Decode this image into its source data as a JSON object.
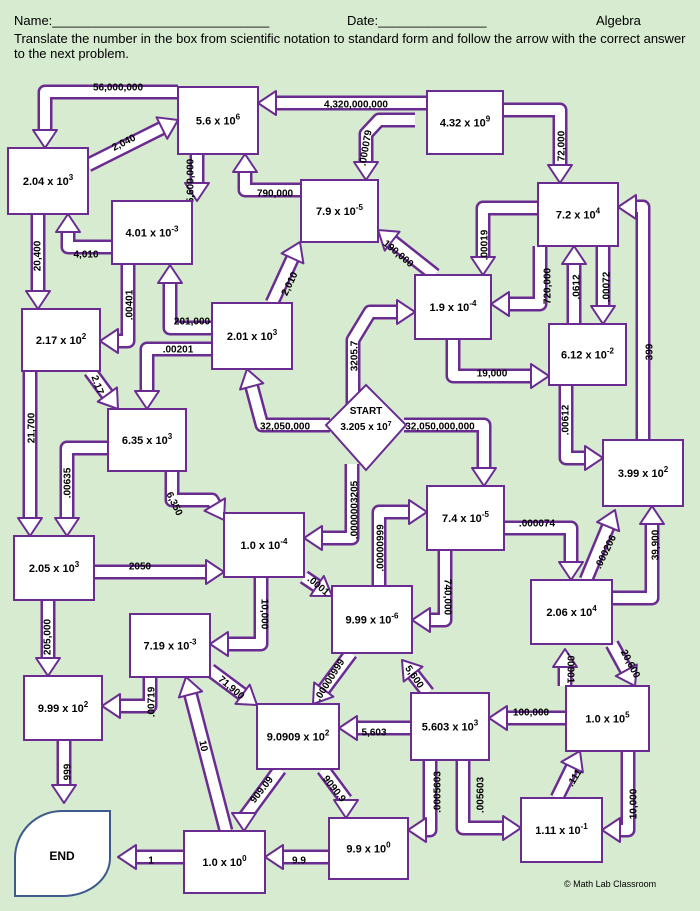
{
  "header": {
    "name_label": "Name:______________________________",
    "date_label": "Date:_______________",
    "subject": "Algebra",
    "instructions": "Translate the number in the box from scientific notation to standard form and follow the arrow with the correct answer to the next problem."
  },
  "colors": {
    "background": "#d6ebcf",
    "arrow_outline": "#6a2c91",
    "box_fill": "#ffffff",
    "end_outline": "#3d5a8c"
  },
  "start": {
    "label": "START",
    "value": "3.205 x 10^7"
  },
  "end": {
    "label": "END"
  },
  "boxes": [
    {
      "id": "b56e6",
      "base": "5.6 x 10",
      "exp": "6"
    },
    {
      "id": "b432e9",
      "base": "4.32 x 10",
      "exp": "9"
    },
    {
      "id": "b204e3",
      "base": "2.04 x 10",
      "exp": "3"
    },
    {
      "id": "b401em3",
      "base": "4.01 x 10",
      "exp": "-3"
    },
    {
      "id": "b79em5",
      "base": "7.9 x 10",
      "exp": "-5"
    },
    {
      "id": "b72e4",
      "base": "7.2 x 10",
      "exp": "4"
    },
    {
      "id": "b217e2",
      "base": "2.17 x 10",
      "exp": "2"
    },
    {
      "id": "b201e3",
      "base": "2.01 x 10",
      "exp": "3"
    },
    {
      "id": "b19em4",
      "base": "1.9 x 10",
      "exp": "-4"
    },
    {
      "id": "b612em2",
      "base": "6.12 x 10",
      "exp": "-2"
    },
    {
      "id": "b635e3",
      "base": "6.35 x 10",
      "exp": "3"
    },
    {
      "id": "b399e2",
      "base": "3.99 x 10",
      "exp": "2"
    },
    {
      "id": "b74em5",
      "base": "7.4 x 10",
      "exp": "-5"
    },
    {
      "id": "b10em4",
      "base": "1.0 x 10",
      "exp": "-4"
    },
    {
      "id": "b205e3",
      "base": "2.05 x 10",
      "exp": "3"
    },
    {
      "id": "b999em6",
      "base": "9.99 x 10",
      "exp": "-6"
    },
    {
      "id": "b206e4",
      "base": "2.06 x 10",
      "exp": "4"
    },
    {
      "id": "b719em3",
      "base": "7.19 x 10",
      "exp": "-3"
    },
    {
      "id": "b999e2",
      "base": "9.99 x 10",
      "exp": "2"
    },
    {
      "id": "b90909e2",
      "base": "9.0909 x 10",
      "exp": "2"
    },
    {
      "id": "b5603e3",
      "base": "5.603 x 10",
      "exp": "3"
    },
    {
      "id": "b10e5",
      "base": "1.0 x 10",
      "exp": "5"
    },
    {
      "id": "b111em1",
      "base": "1.11 x 10",
      "exp": "-1"
    },
    {
      "id": "b99e0",
      "base": "9.9 x 10",
      "exp": "0"
    },
    {
      "id": "b10e0",
      "base": "1.0 x 10",
      "exp": "0"
    }
  ],
  "arrow_labels": [
    "56,000,000",
    "4,320,000,000",
    "2,040",
    ".000079",
    "72,000",
    "5,600,000",
    "790,000",
    "20,400",
    "4,010",
    "190,000",
    ".00019",
    "720,000",
    ".0612",
    ".00072",
    "2,010",
    ".00401",
    "201,000",
    ".00201",
    "3205.7",
    "19,000",
    "399",
    "2.17",
    "21,700",
    "32,050,000",
    "32,050,000,000",
    ".00612",
    ".00635",
    "6,350",
    ".0000003205",
    ".00000999",
    ".000074",
    ".000206",
    "39,900",
    "2050",
    "10,000",
    ".0001",
    "740,000",
    "205,000",
    "71,900",
    ".00719",
    ".00000999",
    "5,600",
    "20,600",
    "100,000",
    ".00001",
    "5,603",
    "10",
    ".0005603",
    ".005603",
    ".111",
    "10,000",
    "909.09",
    "9090.9",
    "999",
    "1",
    "9.9"
  ],
  "footer": {
    "copyright": "© Math Lab Classroom"
  }
}
